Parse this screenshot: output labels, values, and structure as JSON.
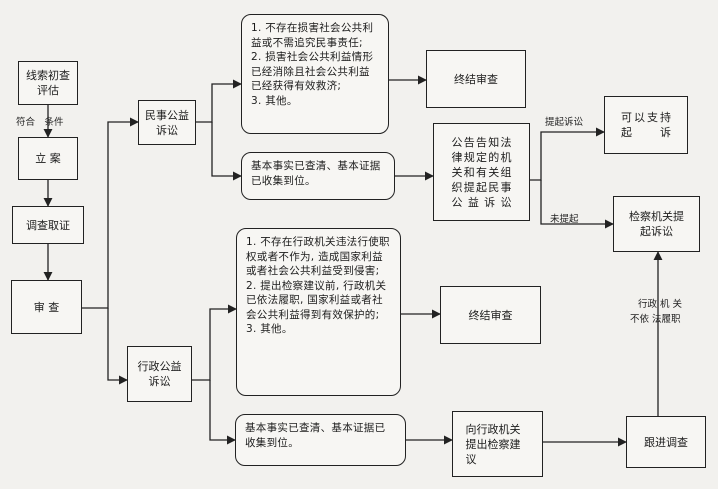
{
  "nodes": {
    "clue": "线索初查评估",
    "filing": "立 案",
    "investigation": "调查取证",
    "review": "审 查",
    "civil": "民事公益诉讼",
    "admin": "行政公益诉讼",
    "civil_end_cond": [
      "1. 不存在损害社会公共利益或不需追究民事责任;",
      "2. 损害社会公共利益情形已经消除且社会公共利益已经获得有效救济;",
      "3. 其他。"
    ],
    "civil_facts": "基本事实已查清、基本证据已收集到位。",
    "end_civil": "终结审查",
    "announce": "公告告知法律规定的机关和有关组织提起民事公益诉讼",
    "support": "可以支持起诉",
    "procuratorate_suit": "检察机关提起诉讼",
    "admin_end_cond": [
      "1. 不存在行政机关违法行使职权或者不作为, 造成国家利益或者社会公共利益受到侵害;",
      "2. 提出检察建议前, 行政机关已依法履职, 国家利益或者社会公共利益得到有效保护的;",
      "3. 其他。"
    ],
    "end_admin": "终结审查",
    "admin_facts": "基本事实已查清、基本证据已收集到位。",
    "suggestion": "向行政机关提出检察建议",
    "follow_up": "跟进调查"
  },
  "labels": {
    "conditions_met": "符合　条件",
    "sued": "提起诉讼",
    "not_sued": "未提起",
    "not_performed_1": "行政 机 关",
    "not_performed_2": "不依 法履职"
  }
}
